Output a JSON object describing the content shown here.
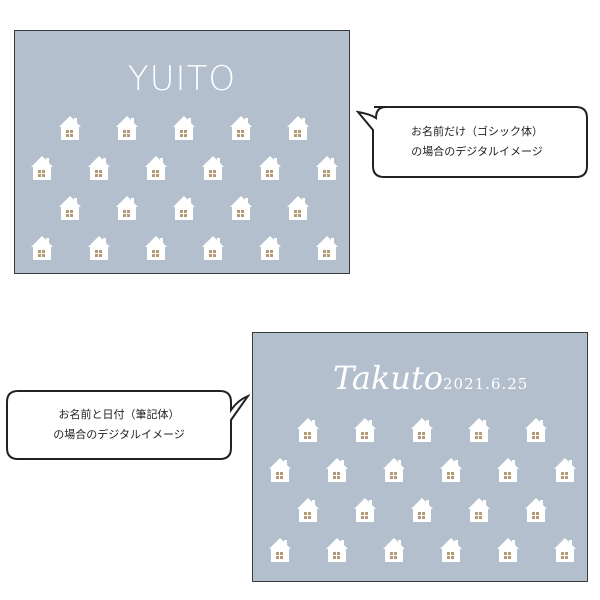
{
  "top_example": {
    "name": "YUITO",
    "caption_line1": "お名前だけ（ゴシック体）",
    "caption_line2": "の場合のデジタルイメージ"
  },
  "bottom_example": {
    "name": "Takuto",
    "date": "2021.6.25",
    "caption_line1": "お名前と日付（筆記体）",
    "caption_line2": "の場合のデジタルイメージ"
  },
  "colors": {
    "panel_background": "#b3bfcd",
    "house": "#ffffff",
    "window": "#b59a78"
  },
  "icons": [
    "house-icon"
  ]
}
